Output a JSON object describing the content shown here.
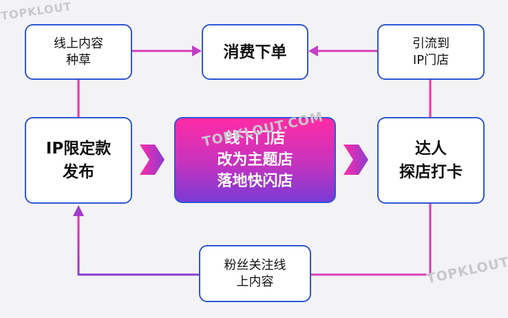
{
  "diagram": {
    "top_left": [
      "线上内容",
      "种草"
    ],
    "top_center": "消费下单",
    "top_right": [
      "引流到",
      "IP门店"
    ],
    "mid_left": [
      "IP限定款",
      "发布"
    ],
    "mid_center": [
      "线下门店",
      "改为主题店",
      "落地快闪店"
    ],
    "mid_right": [
      "达人",
      "探店打卡"
    ],
    "bottom_center": [
      "粉丝关注线",
      "上内容"
    ]
  },
  "watermark": {
    "text": "TOPKLOUT.COM",
    "corner_text": "TOPKLOUT"
  },
  "colors": {
    "box_border": "#2d55d8",
    "pink": "#ff2ba6",
    "purple": "#7b3ad6",
    "background": "#f3f3f5"
  }
}
